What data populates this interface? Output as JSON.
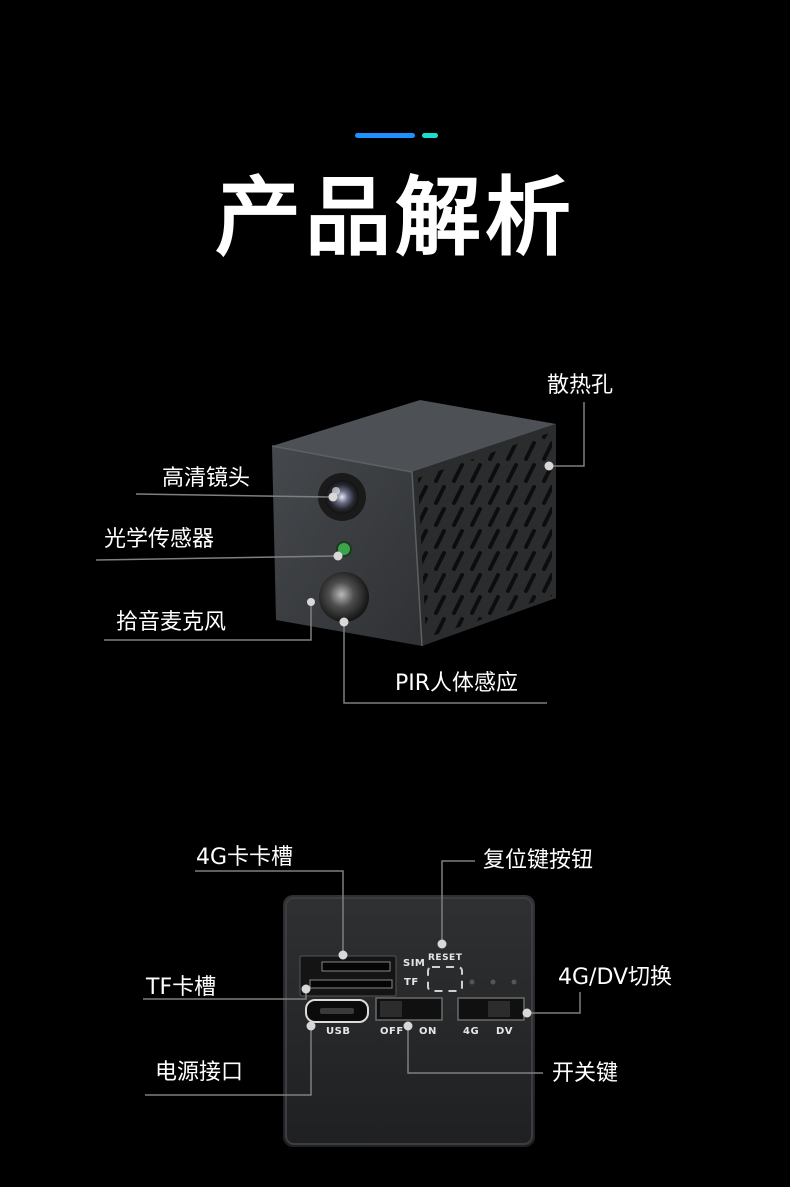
{
  "section_title": "产品解析",
  "colors": {
    "background": "#000000",
    "accent_blue": "#1e90ff",
    "accent_teal": "#17e0d0",
    "device_front": "#3a3d40",
    "device_side": "#2a2c2e",
    "callout_line": "#7f7f7f"
  },
  "front_view": {
    "labels": {
      "heat_vent": "散热孔",
      "hd_lens": "高清镜头",
      "light_sensor": "光学传感器",
      "microphone": "拾音麦克风",
      "pir_sensor": "PIR人体感应"
    }
  },
  "back_view": {
    "labels": {
      "sim_slot": "4G卡卡槽",
      "reset_button": "复位键按钮",
      "tf_slot": "TF卡槽",
      "mode_switch": "4G/DV切换",
      "power_port": "电源接口",
      "power_switch": "开关键"
    },
    "panel_text": {
      "sim": "SIM",
      "tf": "TF",
      "reset": "RESET",
      "usb": "USB",
      "off": "OFF",
      "on": "ON",
      "g4": "4G",
      "dv": "DV"
    }
  }
}
